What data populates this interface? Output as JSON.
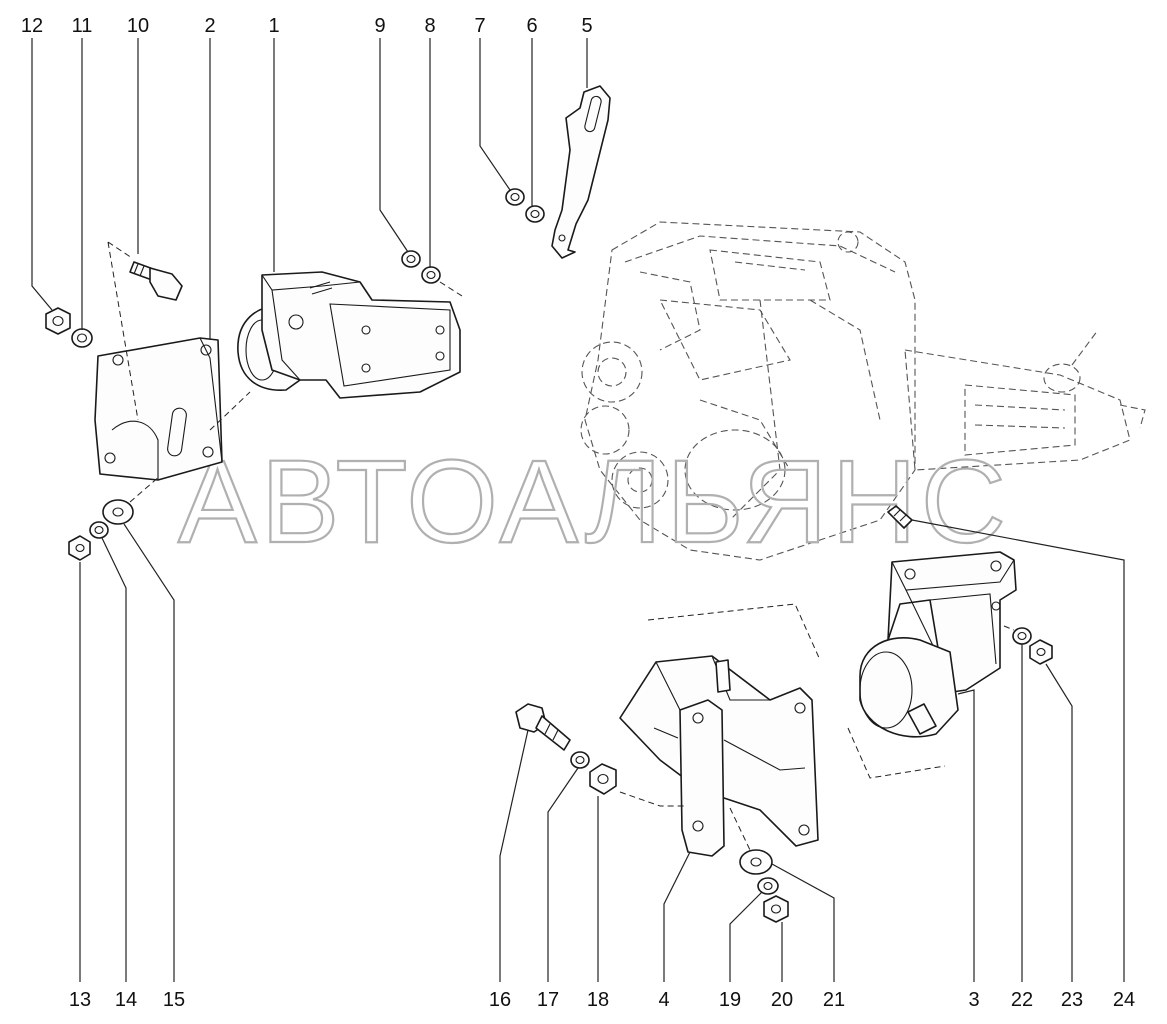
{
  "watermark": "АВТОАЛЬЯНС",
  "callouts": {
    "top": [
      "12",
      "11",
      "10",
      "2",
      "1",
      "9",
      "8",
      "7",
      "6",
      "5"
    ],
    "bottom": [
      "13",
      "14",
      "15",
      "16",
      "17",
      "18",
      "4",
      "19",
      "20",
      "21",
      "3",
      "22",
      "23",
      "24"
    ]
  }
}
